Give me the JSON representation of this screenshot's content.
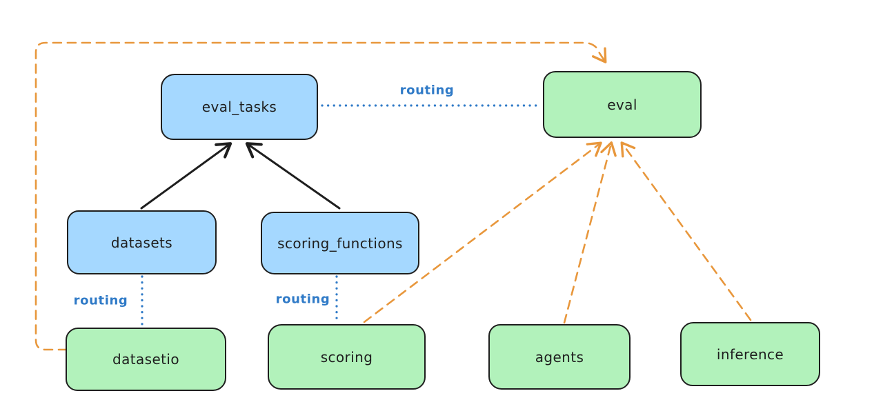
{
  "diagram": {
    "style": "excalidraw-hand-drawn",
    "background": "#ffffff",
    "colors": {
      "blue_node_fill": "#a5d8ff",
      "green_node_fill": "#b2f2bb",
      "node_stroke": "#1e1e1e",
      "orange_edge": "#e8973c",
      "routing_blue": "#2f7ac7",
      "black_edge": "#1e1e1e"
    },
    "nodes": {
      "eval_tasks": {
        "label": "eval_tasks",
        "fill": "blue"
      },
      "eval": {
        "label": "eval",
        "fill": "green"
      },
      "datasets": {
        "label": "datasets",
        "fill": "blue"
      },
      "scoring_functions": {
        "label": "scoring_functions",
        "fill": "blue"
      },
      "datasetio": {
        "label": "datasetio",
        "fill": "green"
      },
      "scoring": {
        "label": "scoring",
        "fill": "green"
      },
      "agents": {
        "label": "agents",
        "fill": "green"
      },
      "inference": {
        "label": "inference",
        "fill": "green"
      }
    },
    "routing_labels": [
      {
        "text": "routing",
        "between": [
          "eval_tasks",
          "eval"
        ]
      },
      {
        "text": "routing",
        "between": [
          "datasets",
          "datasetio"
        ]
      },
      {
        "text": "routing",
        "between": [
          "scoring_functions",
          "scoring"
        ]
      }
    ],
    "edges": [
      {
        "from": "datasets",
        "to": "eval_tasks",
        "style": "solid",
        "color": "black",
        "arrow": true
      },
      {
        "from": "scoring_functions",
        "to": "eval_tasks",
        "style": "solid",
        "color": "black",
        "arrow": true
      },
      {
        "from": "eval_tasks",
        "to": "eval",
        "style": "dotted",
        "color": "blue",
        "arrow": false,
        "label": "routing"
      },
      {
        "from": "datasets",
        "to": "datasetio",
        "style": "dotted",
        "color": "blue",
        "arrow": false,
        "label": "routing"
      },
      {
        "from": "scoring_functions",
        "to": "scoring",
        "style": "dotted",
        "color": "blue",
        "arrow": false,
        "label": "routing"
      },
      {
        "from": "datasetio",
        "to": "eval",
        "style": "dashed",
        "color": "orange",
        "arrow": true,
        "route": "left-edge-up-and-over-top"
      },
      {
        "from": "scoring",
        "to": "eval",
        "style": "dashed",
        "color": "orange",
        "arrow": true
      },
      {
        "from": "agents",
        "to": "eval",
        "style": "dashed",
        "color": "orange",
        "arrow": true
      },
      {
        "from": "inference",
        "to": "eval",
        "style": "dashed",
        "color": "orange",
        "arrow": true
      }
    ]
  }
}
